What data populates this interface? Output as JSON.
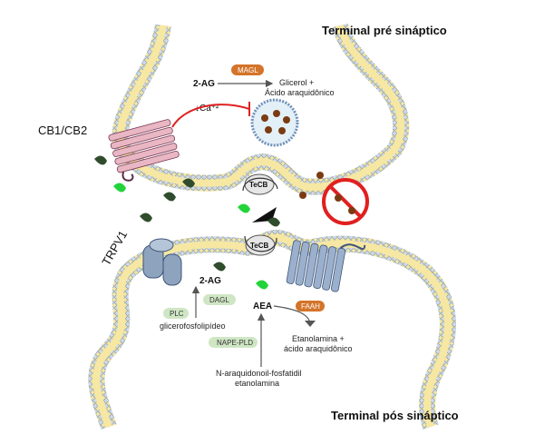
{
  "labels": {
    "pre_terminal": "Terminal pré sináptico",
    "post_terminal": "Terminal pós sináptico",
    "cb_receptor": "CB1/CB2",
    "trpv1": "TRPV1",
    "magl": "MAGL",
    "two_ag_top": "2-AG",
    "glicerol_line1": "Glicerol +",
    "glicerol_line2": "Ácido araquidônico",
    "calcium": "↓Ca⁺²",
    "tecb_top": "TeCB",
    "tecb_bottom": "TeCB",
    "two_ag_bottom": "2-AG",
    "dagl": "DAGL",
    "plc": "PLC",
    "glicerofosfolipideo": "glicerofosfolipídeo",
    "aea": "AEA",
    "faah": "FAAH",
    "etanolamina_line1": "Etanolamina +",
    "etanolamina_line2": "ácido araquidônico",
    "nape_pld": "NAPE-PLD",
    "napa_line1": "N-araquidonoil-fosfatidil",
    "napa_line2": "etanolamina"
  },
  "colors": {
    "membrane_fill": "#f6e7a3",
    "membrane_bead": "#cfd9e8",
    "membrane_bead_stroke": "#6f8fb8",
    "enzyme_orange": "#d4742a",
    "enzyme_green": "#cfe6c4",
    "cb_receptor": "#e9b6c3",
    "trpv1": "#8ea3bd",
    "post_receptor": "#9bb0cd",
    "dark_green_ligand": "#2f4d2c",
    "bright_green_ligand": "#22d33a",
    "brown_ligand": "#7a3b12",
    "inhibit_red": "#e02020",
    "vesicle_fill": "#e3f0f7"
  }
}
